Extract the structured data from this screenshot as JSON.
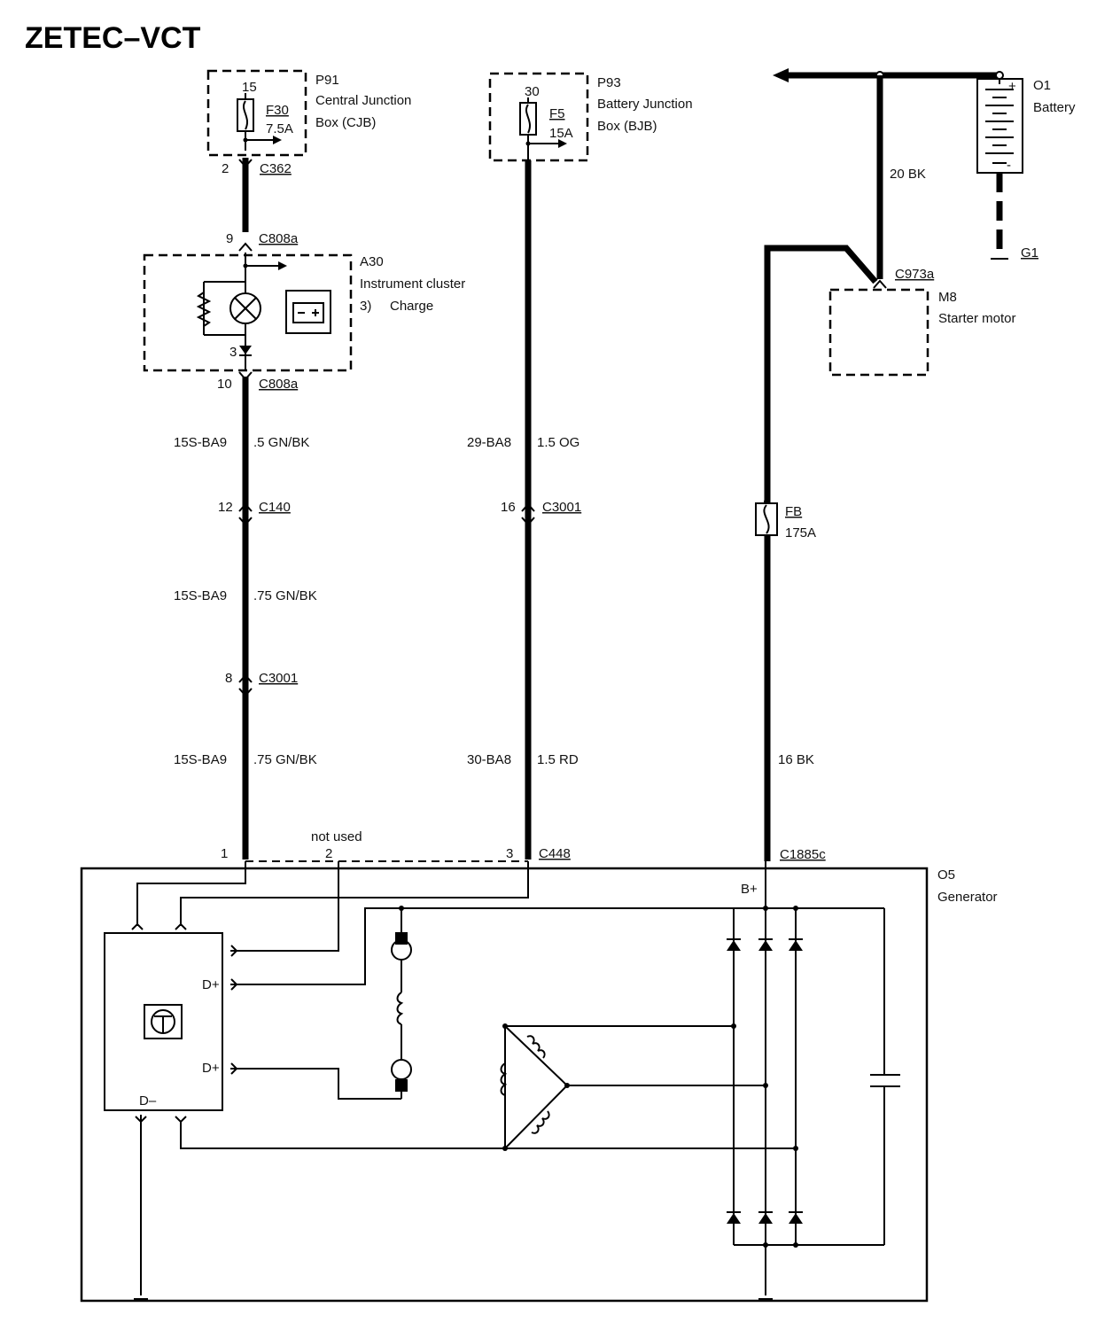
{
  "title": "ZETEC–VCT",
  "components": {
    "p91": {
      "id": "P91",
      "line1": "Central Junction",
      "line2": "Box (CJB)",
      "fuse": "F30",
      "rating": "7.5A",
      "pin_in": "15",
      "pin_out": "2",
      "connector": "C362"
    },
    "p93": {
      "id": "P93",
      "line1": "Battery Junction",
      "line2": "Box (BJB)",
      "fuse": "F5",
      "rating": "15A",
      "pin_in": "30"
    },
    "a30": {
      "id": "A30",
      "line1": "Instrument cluster",
      "line2_num": "3)",
      "line2_text": "Charge",
      "pin_in": "9",
      "conn_in": "C808a",
      "pin_mid": "3",
      "pin_out": "10",
      "conn_out": "C808a"
    },
    "o1": {
      "id": "O1",
      "name": "Battery"
    },
    "g1": {
      "id": "G1"
    },
    "m8": {
      "id": "M8",
      "name": "Starter motor",
      "connector": "C973a"
    },
    "fb": {
      "id": "FB",
      "rating": "175A"
    },
    "o5": {
      "id": "O5",
      "name": "Generator",
      "b_plus": "B+",
      "d_plus_1": "D+",
      "d_plus_2": "D+",
      "d_minus": "D–"
    }
  },
  "wires": {
    "w_20bk": "20 BK",
    "left": [
      {
        "code": "15S-BA9",
        "spec": ".5 GN/BK"
      },
      {
        "code": "15S-BA9",
        "spec": ".75 GN/BK"
      },
      {
        "code": "15S-BA9",
        "spec": ".75 GN/BK"
      }
    ],
    "mid": [
      {
        "code": "29-BA8",
        "spec": "1.5 OG"
      },
      {
        "code": "30-BA8",
        "spec": "1.5 RD"
      }
    ],
    "right": {
      "spec": "16 BK"
    }
  },
  "connectors": {
    "c140": {
      "pin": "12",
      "name": "C140"
    },
    "c3001_left": {
      "pin": "8",
      "name": "C3001"
    },
    "c3001_mid": {
      "pin": "16",
      "name": "C3001"
    },
    "c448": {
      "pin1": "1",
      "pin2": "2",
      "pin3": "3",
      "name": "C448",
      "not_used": "not used"
    },
    "c1885c": {
      "name": "C1885c"
    }
  }
}
